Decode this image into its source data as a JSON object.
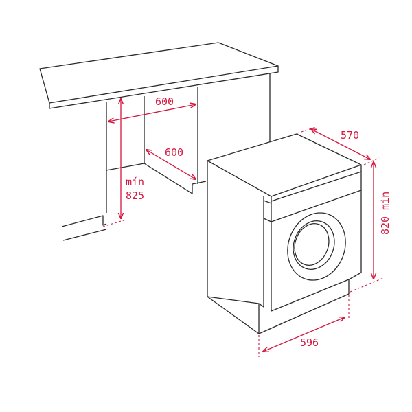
{
  "colors": {
    "line": "#2a2a2a",
    "dimension": "#d4173f"
  },
  "dimensions": {
    "niche_width": "600",
    "niche_depth": "600",
    "niche_height_min": "mín",
    "niche_height_value": "825",
    "machine_depth": "570",
    "machine_height": "820 min",
    "machine_width": "596"
  }
}
